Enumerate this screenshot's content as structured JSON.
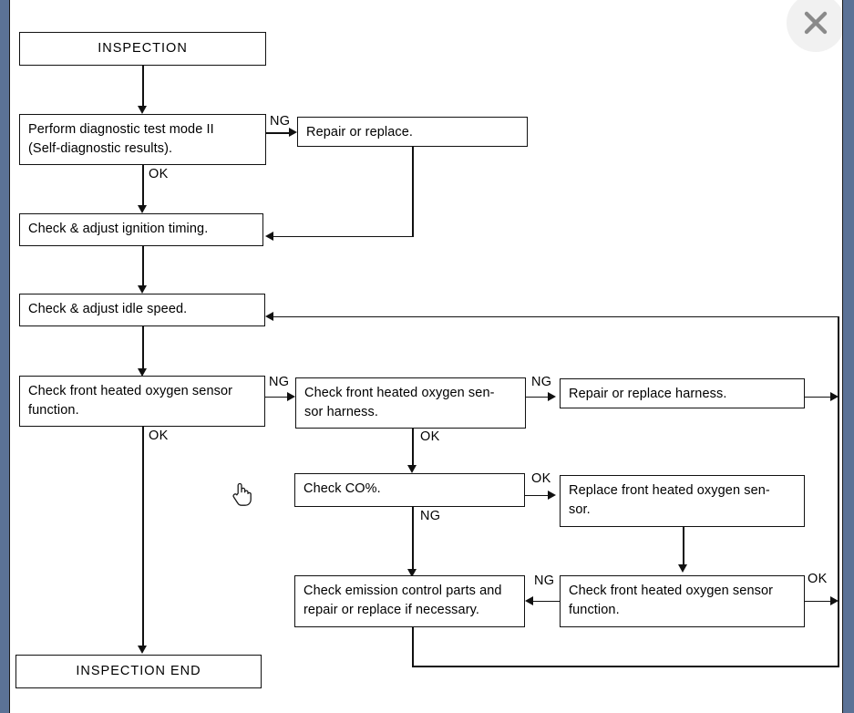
{
  "viewer": {
    "close_label": "×",
    "close_icon": "close-icon",
    "cursor_icon": "pointing-hand-cursor"
  },
  "flowchart": {
    "title": "INSPECTION",
    "end_title": "INSPECTION END",
    "nodes": {
      "inspection": "INSPECTION",
      "diag_l1": "Perform diagnostic test mode II",
      "diag_l2": "(Self-diagnostic results).",
      "repair_replace": "Repair or replace.",
      "ignition": "Check & adjust ignition timing.",
      "idle_speed": "Check & adjust idle speed.",
      "fho_func_l1": "Check front heated oxygen sensor",
      "fho_func_l2": "function.",
      "harness_l1": "Check front heated oxygen sen-",
      "harness_l2": "sor harness.",
      "repair_harness": "Repair or replace harness.",
      "check_co": "Check CO%.",
      "replace_sensor_l1": "Replace front heated oxygen sen-",
      "replace_sensor_l2": "sor.",
      "emission_l1": "Check emission control parts and",
      "emission_l2": "repair or replace if necessary.",
      "fho_func2_l1": "Check front heated oxygen sensor",
      "fho_func2_l2": "function.",
      "inspection_end": "INSPECTION END"
    },
    "edge_labels": {
      "ng1": "NG",
      "ok1": "OK",
      "ng2": "NG",
      "ok2": "OK",
      "ng3": "NG",
      "ok3": "OK",
      "ok4": "OK",
      "ng4": "NG",
      "ng5": "NG",
      "ok5": "OK"
    }
  }
}
